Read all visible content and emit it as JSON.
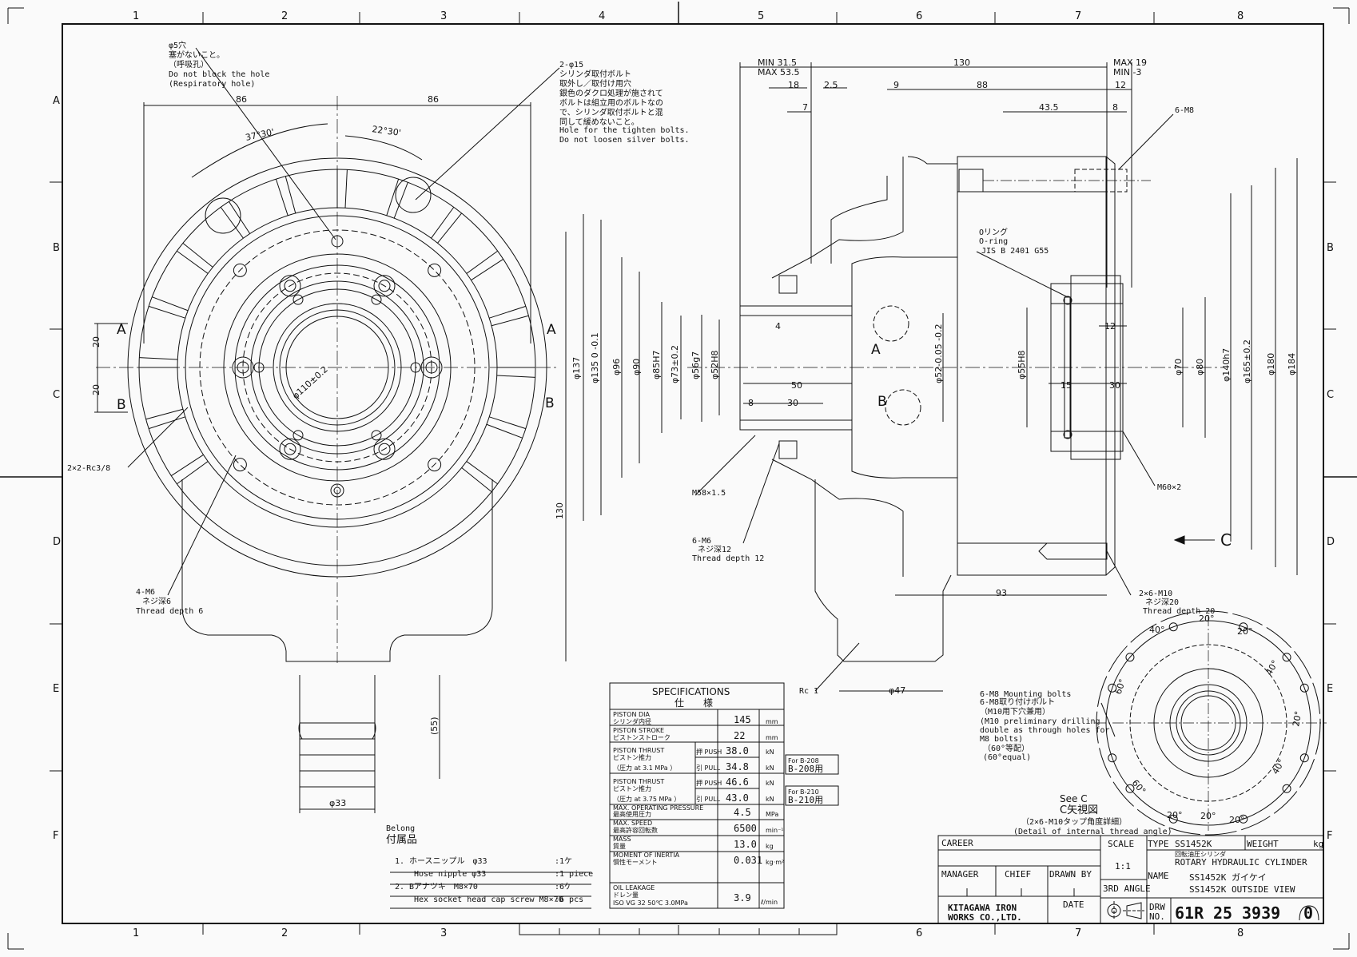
{
  "grid": {
    "cols": [
      "1",
      "2",
      "3",
      "4",
      "5",
      "6",
      "7",
      "8"
    ],
    "rows": [
      "A",
      "B",
      "C",
      "D",
      "E",
      "F"
    ]
  },
  "notes": {
    "breath_hole": [
      "φ5穴",
      "塞がないこと。",
      "（呼吸孔）",
      "Do not block the hole",
      "(Respiratory hole)"
    ],
    "bolt_holes": [
      "2-φ15",
      "シリンダ取付ボルト",
      "取外し／取付け用穴",
      "銀色のダクロ処理が施されて",
      "ボルトは組立用のボルトなの",
      "で、シリンダ取付ボルトと混",
      "同して緩めないこと。",
      "Hole for the tighten bolts.",
      "Do not loosen silver bolts."
    ],
    "rc38": "2×2-Rc3/8",
    "m6_front": [
      "4-M6",
      "ネジ深6",
      "Thread depth 6"
    ],
    "m6_side": [
      "6-M6",
      "ネジ深12",
      "Thread depth 12"
    ],
    "m58": "M58×1.5",
    "m60": "M60×2",
    "m8": "6-M8",
    "m10": [
      "2×6-M10",
      "ネジ深20",
      "Thread depth 20"
    ],
    "oring": [
      "Oリング",
      "O-ring",
      "JIS B 2401 G55"
    ],
    "rc1": "Rc 1",
    "mounting": [
      "6-M8 Mounting bolts",
      "6-M8取り付けボルト",
      "（M10用下穴兼用）",
      "(M10 preliminary drilling",
      "double as through holes for",
      "M8 bolts)",
      "（60°等配）",
      "(60°equal)"
    ],
    "view_c": [
      "See C",
      "C矢視図",
      "（2×6-M10タップ角度詳細）",
      "(Detail of internal thread angle)"
    ],
    "arrow_c": "C",
    "section_a": "A",
    "section_b": "B"
  },
  "dims": {
    "d86a": "86",
    "d86b": "86",
    "ang37": "37°30'",
    "ang22": "22°30'",
    "d20a": "20",
    "d20b": "20",
    "d130v": "130",
    "d55": "(55)",
    "d33": "φ33",
    "d110": "φ110±0.2",
    "min315": "MIN 31.5",
    "max535": "MAX 53.5",
    "d130": "130",
    "max19": "MAX 19",
    "min3": "MIN -3",
    "d18": "18",
    "d25": "2.5",
    "d7": "7",
    "d9": "9",
    "d88": "88",
    "d12a": "12",
    "d435": "43.5",
    "d8a": "8",
    "d4": "4",
    "d50": "50",
    "d8b": "8",
    "d30a": "30",
    "d15": "15",
    "d30b": "30",
    "d12b": "12",
    "d93": "93",
    "d47": "φ47",
    "phi137": "φ137",
    "phi135": "φ135 0 -0.1",
    "phi96": "φ96",
    "phi90": "φ90",
    "phi85": "φ85H7",
    "phi73": "φ73±0.2",
    "phi56": "φ56g7",
    "phi52h8": "φ52H8",
    "phi52": "φ52-0.05 -0.2",
    "phi55": "φ55H8",
    "phi70": "φ70",
    "phi80": "φ80",
    "phi140": "φ140h7",
    "phi165": "φ165±0.2",
    "phi180": "φ180",
    "phi184": "φ184",
    "a40a": "40°",
    "a20a": "20°",
    "a20b": "20°",
    "a40b": "40°",
    "a20c": "20°",
    "a40c": "40°",
    "a20d": "20°",
    "a20e": "20°",
    "a20f": "20°",
    "a60a": "60°",
    "a60b": "60°"
  },
  "specs": {
    "title_en": "SPECIFICATIONS",
    "title_jp": "仕　　様",
    "rows": [
      {
        "label": "PISTON DIA",
        "sub": "シリンダ内径",
        "value": "145",
        "unit": "mm"
      },
      {
        "label": "PISTON STROKE",
        "sub": "ピストンストローク",
        "value": "22",
        "unit": "mm"
      },
      {
        "label": "MAX. OPERATING PRESSURE",
        "sub": "最高使用圧力",
        "value": "4.5",
        "unit": "MPa"
      },
      {
        "label": "MAX. SPEED",
        "sub": "最高許容回転数",
        "value": "6500",
        "unit": "min⁻¹"
      },
      {
        "label": "MASS",
        "sub": "質量",
        "value": "13.0",
        "unit": "kg"
      },
      {
        "label": "MOMENT OF INERTIA",
        "sub": "慣性モーメント",
        "value": "0.031",
        "unit": "kg·m²"
      }
    ],
    "thrust1": {
      "label": "PISTON THRUST",
      "sub": "ピストン推力",
      "cond": "（圧力 at  3.1  MPa ）",
      "push": "押 PUSH",
      "pull": "引 PULL",
      "push_v": "38.0",
      "pull_v": "34.8",
      "unit": "kN",
      "for": "For B-208",
      "for_jp": "B-208用"
    },
    "thrust2": {
      "label": "PISTON THRUST",
      "sub": "ピストン推力",
      "cond": "（圧力 at  3.75  MPa ）",
      "push": "押 PUSH",
      "pull": "引 PULL",
      "push_v": "46.6",
      "pull_v": "43.0",
      "unit": "kN",
      "for": "For B-210",
      "for_jp": "B-210用"
    },
    "oil": {
      "label": "OIL LEAKAGE",
      "sub": "ドレン量",
      "cond": "ISO VG 32  50℃  3.0MPa",
      "value": "3.9",
      "unit": "ℓ/min"
    }
  },
  "belong": {
    "title_en": "Belong",
    "title_jp": "付属品",
    "items": [
      {
        "no": "1.",
        "jp": "ホースニップル　φ33",
        "qty_jp": ":1ケ",
        "en": "Hose nipple φ33",
        "qty_en": ":1 piece"
      },
      {
        "no": "2.",
        "jp": "Bアナツキ　M8×70",
        "qty_jp": ":6ケ",
        "en": "Hex socket head cap screw M8×70",
        "qty_en": ":6 pcs"
      }
    ]
  },
  "title_block": {
    "career": "CAREER",
    "manager": "MANAGER",
    "chief": "CHIEF",
    "drawn_by": "DRAWN BY",
    "date": "DATE",
    "scale_label": "SCALE",
    "scale": "1:1",
    "angle": "3RD ANGLE",
    "type_label": "TYPE",
    "type": "SS1452K",
    "weight_label": "WEIGHT",
    "weight_unit": "kg",
    "name_label": "NAME",
    "name_jp_small": "回転油圧シリンダ",
    "name_en": "ROTARY HYDRAULIC CYLINDER",
    "name_line2": "SS1452K ガイケイ",
    "name_line3": "SS1452K OUTSIDE VIEW",
    "company1": "KITAGAWA IRON",
    "company2": "WORKS CO.,LTD.",
    "drw_label1": "DRW",
    "drw_label2": "NO.",
    "drw1": "61R",
    "drw2": "25",
    "drw3": "3939",
    "rev": "0"
  }
}
